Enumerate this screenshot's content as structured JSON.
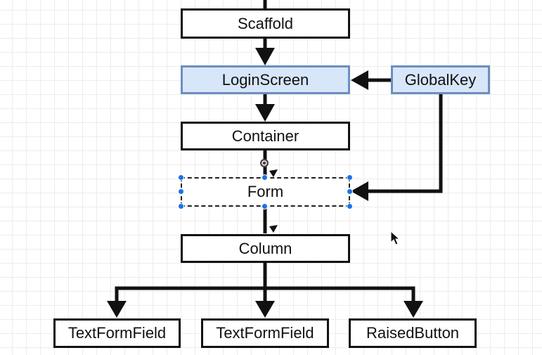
{
  "nodes": {
    "scaffold": "Scaffold",
    "login_screen": "LoginScreen",
    "global_key": "GlobalKey",
    "container": "Container",
    "form": "Form",
    "column": "Column",
    "text_form_field_1": "TextFormField",
    "text_form_field_2": "TextFormField",
    "raised_button": "RaisedButton"
  },
  "colors": {
    "highlight_fill": "#d7e6f9",
    "highlight_border": "#6c8ebf",
    "stroke": "#111111",
    "selection_handle": "#1a73e8"
  },
  "edges": [
    {
      "from": "scaffold",
      "to": "login_screen"
    },
    {
      "from": "global_key",
      "to": "login_screen"
    },
    {
      "from": "login_screen",
      "to": "container"
    },
    {
      "from": "container",
      "to": "form"
    },
    {
      "from": "global_key",
      "to": "form"
    },
    {
      "from": "form",
      "to": "column"
    },
    {
      "from": "column",
      "to": "text_form_field_1"
    },
    {
      "from": "column",
      "to": "text_form_field_2"
    },
    {
      "from": "column",
      "to": "raised_button"
    }
  ],
  "selection": {
    "selected_node": "form"
  },
  "cursor_icon": "mouse-pointer-icon",
  "rotate_handle_icon": "rotate-handle-icon"
}
